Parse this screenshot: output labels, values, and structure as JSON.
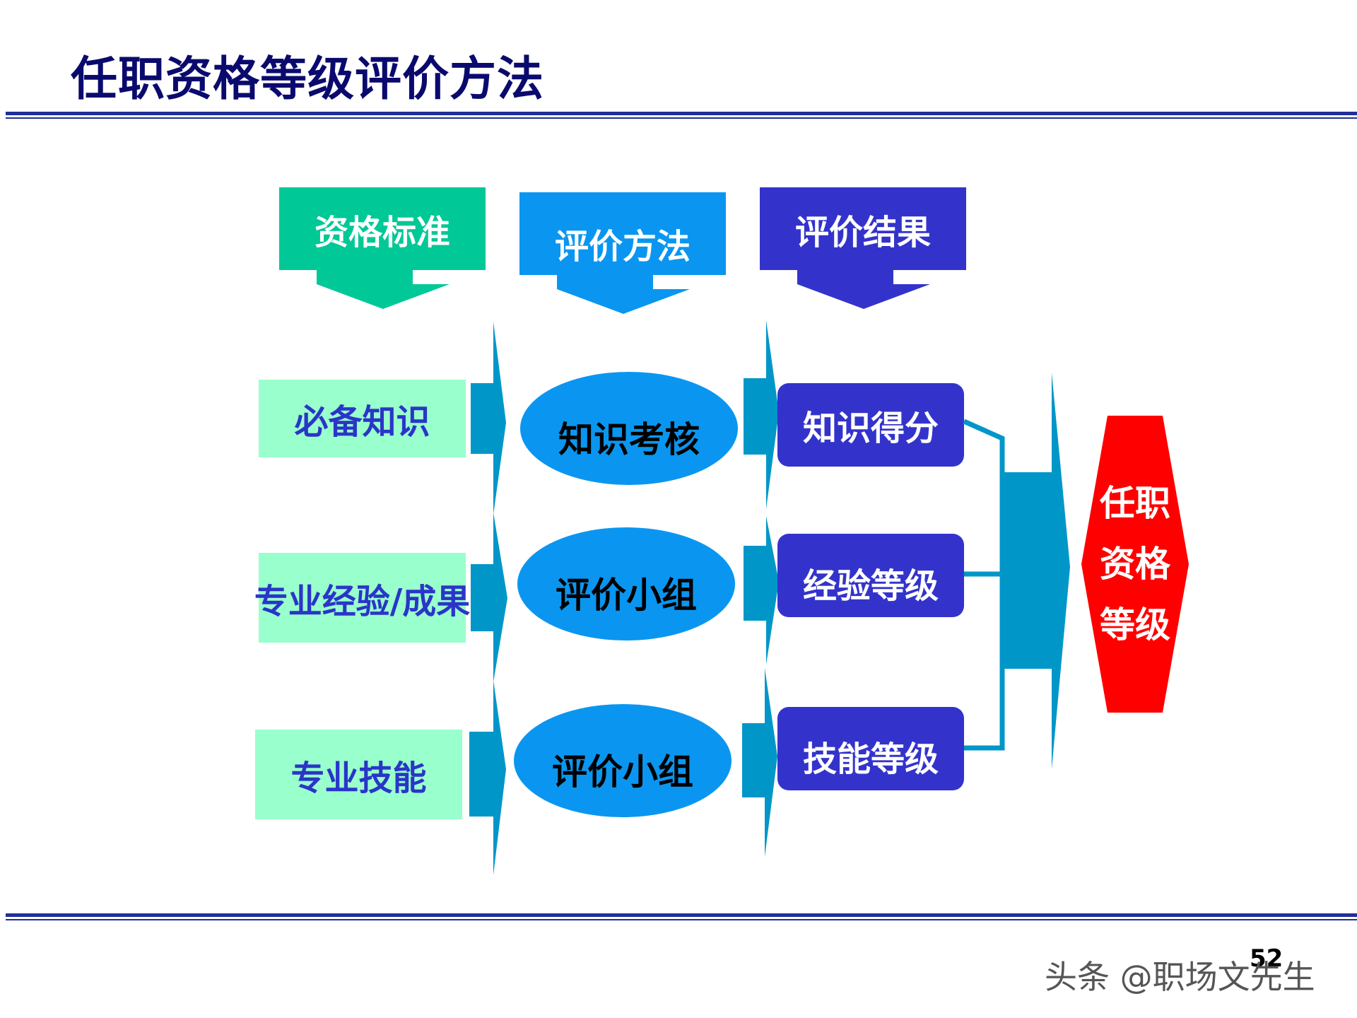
{
  "title": "任职资格等级评价方法",
  "headers": [
    {
      "label": "资格标准",
      "color": "#00c896"
    },
    {
      "label": "评价方法",
      "color": "#0a96f0"
    },
    {
      "label": "评价结果",
      "color": "#3333cc"
    }
  ],
  "standards": [
    "必备知识",
    "专业经验/成果",
    "专业技能"
  ],
  "methods": [
    "知识考核",
    "评价小组",
    "评价小组"
  ],
  "results": [
    "知识得分",
    "经验等级",
    "技能等级"
  ],
  "final": {
    "lines": [
      "任职",
      "资格",
      "等级"
    ],
    "color": "#ff0000"
  },
  "colors": {
    "standard_box": "#99ffcc",
    "oval": "#0a96f0",
    "result_box": "#3333cc",
    "connector": "#0096c8",
    "title": "#0a0a6e",
    "rule": "#1f2f9a"
  },
  "page_number": "52",
  "watermark": "头条 @职场文先生"
}
